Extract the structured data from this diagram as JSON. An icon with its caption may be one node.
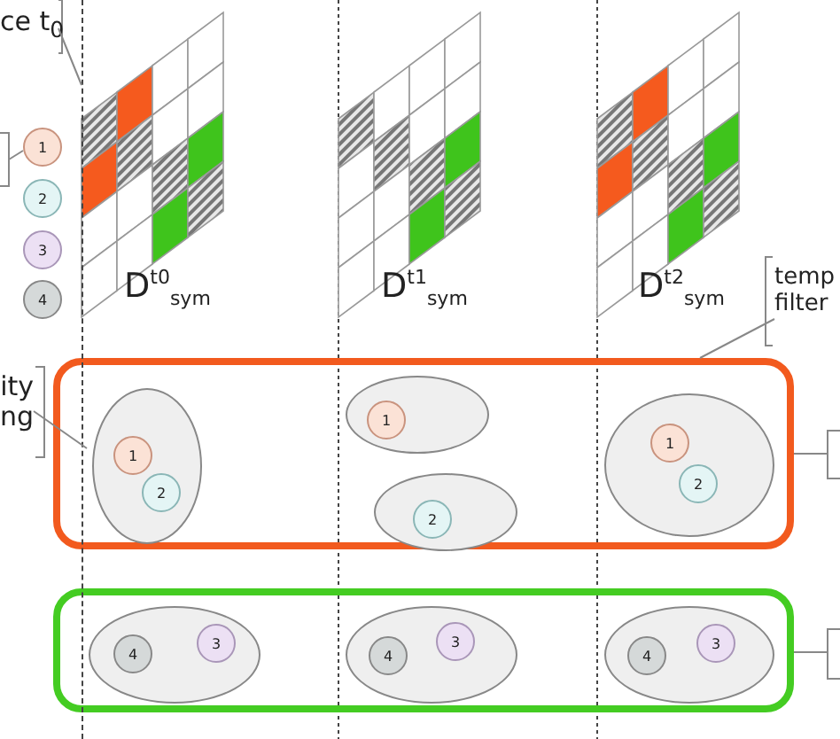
{
  "diagram": {
    "nodes": [
      {
        "text": [
          "ce t$_{0}$"
        ]
      },
      {
        "text": [
          "1"
        ]
      },
      {
        "text": [
          "2"
        ]
      },
      {
        "text": [
          "3"
        ]
      },
      {
        "text": [
          "4"
        ]
      },
      {
        "text": [
          "ity ng"
        ]
      },
      {
        "text": [
          "temp filter"
        ]
      },
      {
        "text": [],
        "shape": "box"
      },
      {
        "text": [],
        "shape": "ellipse",
        "in": 7
      },
      {
        "text": [
          "1"
        ],
        "in": 8
      },
      {
        "text": [
          "2"
        ],
        "in": 8
      },
      {
        "text": [],
        "shape": "ellipse",
        "in": 7
      },
      {
        "text": [
          "1"
        ],
        "in": 11
      },
      {
        "text": [],
        "shape": "ellipse",
        "in": 7
      },
      {
        "text": [
          "2"
        ],
        "in": 13
      },
      {
        "text": [],
        "shape": "ellipse",
        "in": 7
      },
      {
        "text": [
          "1"
        ],
        "in": 15
      },
      {
        "text": [
          "2"
        ],
        "in": 15
      },
      {
        "text": [],
        "shape": "box"
      },
      {
        "text": [],
        "shape": "ellipse",
        "in": 18
      },
      {
        "text": [
          "4"
        ],
        "in": 19
      },
      {
        "text": [
          "3"
        ],
        "in": 19
      },
      {
        "text": [],
        "shape": "ellipse",
        "in": 18
      },
      {
        "text": [
          "4"
        ],
        "in": 22
      },
      {
        "text": [
          "3"
        ],
        "in": 22
      },
      {
        "text": [],
        "shape": "ellipse",
        "in": 18
      },
      {
        "text": [
          "4"
        ],
        "in": 25
      },
      {
        "text": [
          "3"
        ],
        "in": 25
      },
      {
        "text": [],
        "shape": "line"
      }
    ],
    "edges": [
      {
        "from": 0,
        "to": 28,
        "arrow": "none"
      },
      {
        "from": null,
        "to": 1,
        "arrow": "none"
      },
      {
        "from": 5,
        "to": 8,
        "arrow": "none"
      },
      {
        "from": 6,
        "to": 7,
        "arrow": "none"
      },
      {
        "from": 7,
        "to": null,
        "arrow": "none"
      },
      {
        "from": 18,
        "to": null,
        "arrow": "none"
      }
    ],
    "labels": [
      "D$^{t0}$$_{sym}$",
      "D$^{t1}$$_{sym}$",
      "D$^{t2}$$_{sym}$"
    ]
  }
}
